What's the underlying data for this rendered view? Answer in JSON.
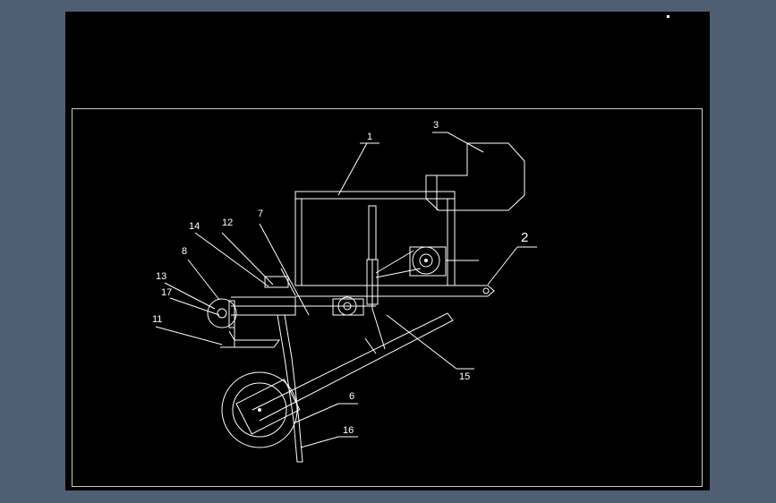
{
  "canvas": {
    "background": "#4f5e73",
    "viewport_bg": "#000000",
    "line_color": "#ffffff",
    "frame_color": "#c9c9c9"
  },
  "labels": {
    "part_1": "1",
    "part_2": "2",
    "part_3": "3",
    "part_6": "6",
    "part_7": "7",
    "part_8": "8",
    "part_11": "11",
    "part_12": "12",
    "part_13": "13",
    "part_14": "14",
    "part_15": "15",
    "part_16": "16",
    "part_17": "17"
  }
}
